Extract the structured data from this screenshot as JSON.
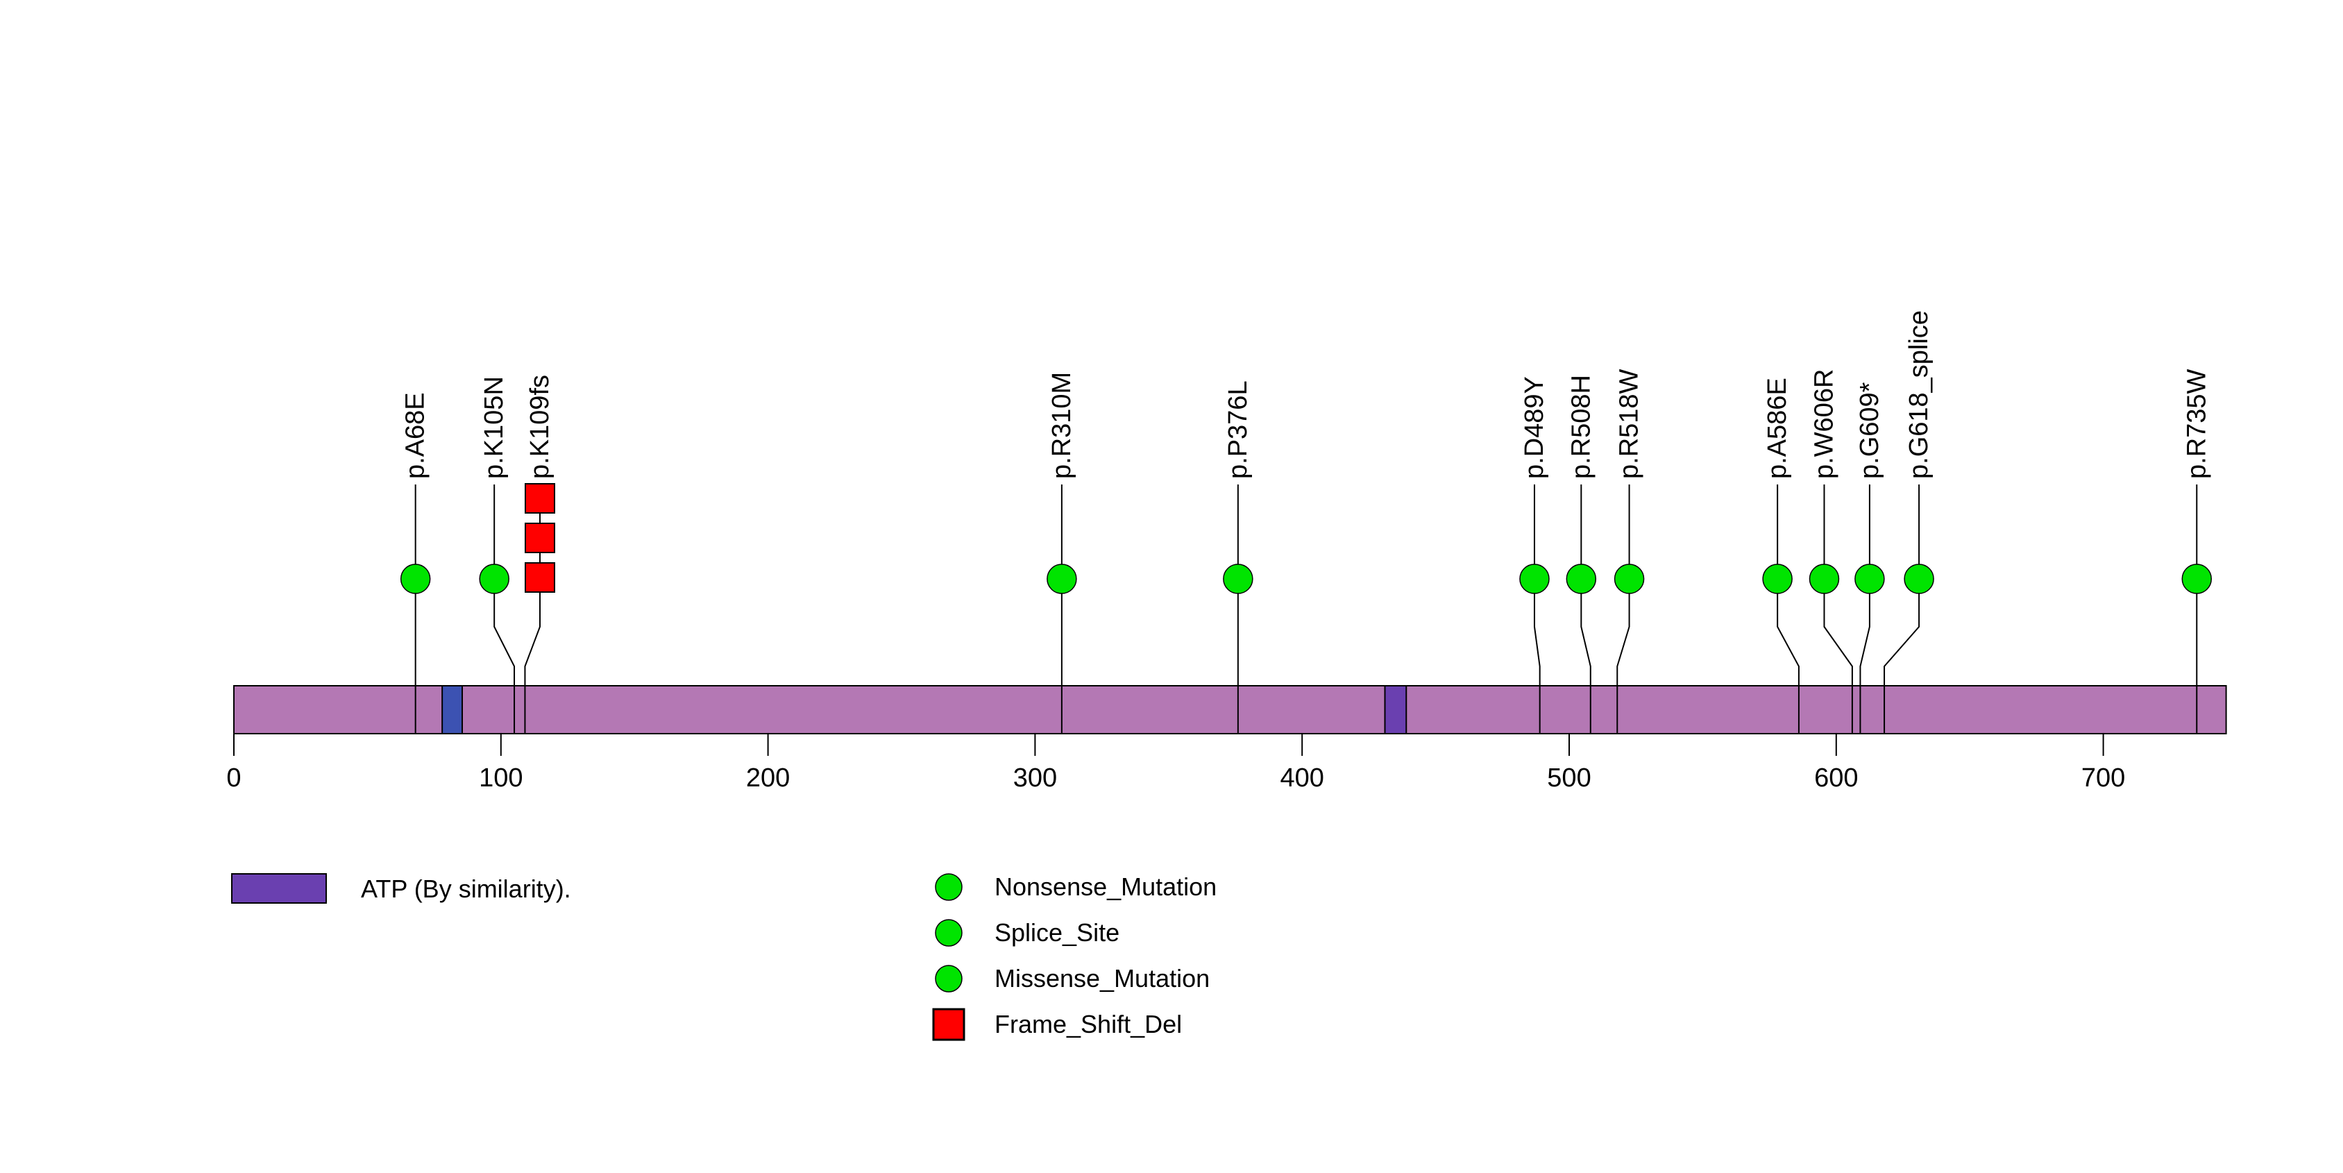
{
  "figure": {
    "background": "#FFFFFF"
  },
  "chart_data": {
    "type": "lollipop",
    "title": "",
    "gene_axis": {
      "unit": "aa",
      "min": 0,
      "max": 746,
      "ticks": [
        0,
        100,
        200,
        300,
        400,
        500,
        600,
        700
      ],
      "grid": false
    },
    "protein_bar": {
      "start": 0,
      "end": 746,
      "color": "#B478B4",
      "border_color": "#000000"
    },
    "domains": [
      {
        "label": "",
        "start": 78,
        "end": 85.5,
        "color": "#3C52B2"
      },
      {
        "label": "ATP (By similarity).",
        "start": 431,
        "end": 439,
        "color": "#6A40B0"
      }
    ],
    "mutations": [
      {
        "label": "p.A68E",
        "pos": 68,
        "label_offset_pos": 68,
        "type": "Missense_Mutation",
        "shape": "circle",
        "color": "#00E400",
        "count": 1
      },
      {
        "label": "p.K105N",
        "pos": 105,
        "label_offset_pos": 97.5,
        "type": "Missense_Mutation",
        "shape": "circle",
        "color": "#00E400",
        "count": 1
      },
      {
        "label": "p.K109fs",
        "pos": 109,
        "label_offset_pos": 114.6,
        "type": "Frame_Shift_Del",
        "shape": "square",
        "color": "#FF0000",
        "count": 3
      },
      {
        "label": "p.R310M",
        "pos": 310,
        "label_offset_pos": 310,
        "type": "Missense_Mutation",
        "shape": "circle",
        "color": "#00E400",
        "count": 1
      },
      {
        "label": "p.P376L",
        "pos": 376,
        "label_offset_pos": 376,
        "type": "Missense_Mutation",
        "shape": "circle",
        "color": "#00E400",
        "count": 1
      },
      {
        "label": "p.D489Y",
        "pos": 489,
        "label_offset_pos": 487,
        "type": "Missense_Mutation",
        "shape": "circle",
        "color": "#00E400",
        "count": 1
      },
      {
        "label": "p.R508H",
        "pos": 508,
        "label_offset_pos": 504.5,
        "type": "Missense_Mutation",
        "shape": "circle",
        "color": "#00E400",
        "count": 1
      },
      {
        "label": "p.R518W",
        "pos": 518,
        "label_offset_pos": 522.5,
        "type": "Missense_Mutation",
        "shape": "circle",
        "color": "#00E400",
        "count": 1
      },
      {
        "label": "p.A586E",
        "pos": 586,
        "label_offset_pos": 578,
        "type": "Missense_Mutation",
        "shape": "circle",
        "color": "#00E400",
        "count": 1
      },
      {
        "label": "p.W606R",
        "pos": 606,
        "label_offset_pos": 595.5,
        "type": "Missense_Mutation",
        "shape": "circle",
        "color": "#00E400",
        "count": 1
      },
      {
        "label": "p.G609*",
        "pos": 609,
        "label_offset_pos": 612.5,
        "type": "Nonsense_Mutation",
        "shape": "circle",
        "color": "#00E400",
        "count": 1
      },
      {
        "label": "p.G618_splice",
        "pos": 618,
        "label_offset_pos": 631,
        "type": "Splice_Site",
        "shape": "circle",
        "color": "#00E400",
        "count": 1
      },
      {
        "label": "p.R735W",
        "pos": 735,
        "label_offset_pos": 735,
        "type": "Missense_Mutation",
        "shape": "circle",
        "color": "#00E400",
        "count": 1
      }
    ],
    "legend": {
      "domains": [
        {
          "label": "ATP (By similarity).",
          "color": "#6A40B0"
        }
      ],
      "mutation_types": [
        {
          "label": "Nonsense_Mutation",
          "shape": "circle",
          "color": "#00E400"
        },
        {
          "label": "Splice_Site",
          "shape": "circle",
          "color": "#00E400"
        },
        {
          "label": "Missense_Mutation",
          "shape": "circle",
          "color": "#00E400"
        },
        {
          "label": "Frame_Shift_Del",
          "shape": "square",
          "color": "#FF0000"
        }
      ]
    }
  }
}
